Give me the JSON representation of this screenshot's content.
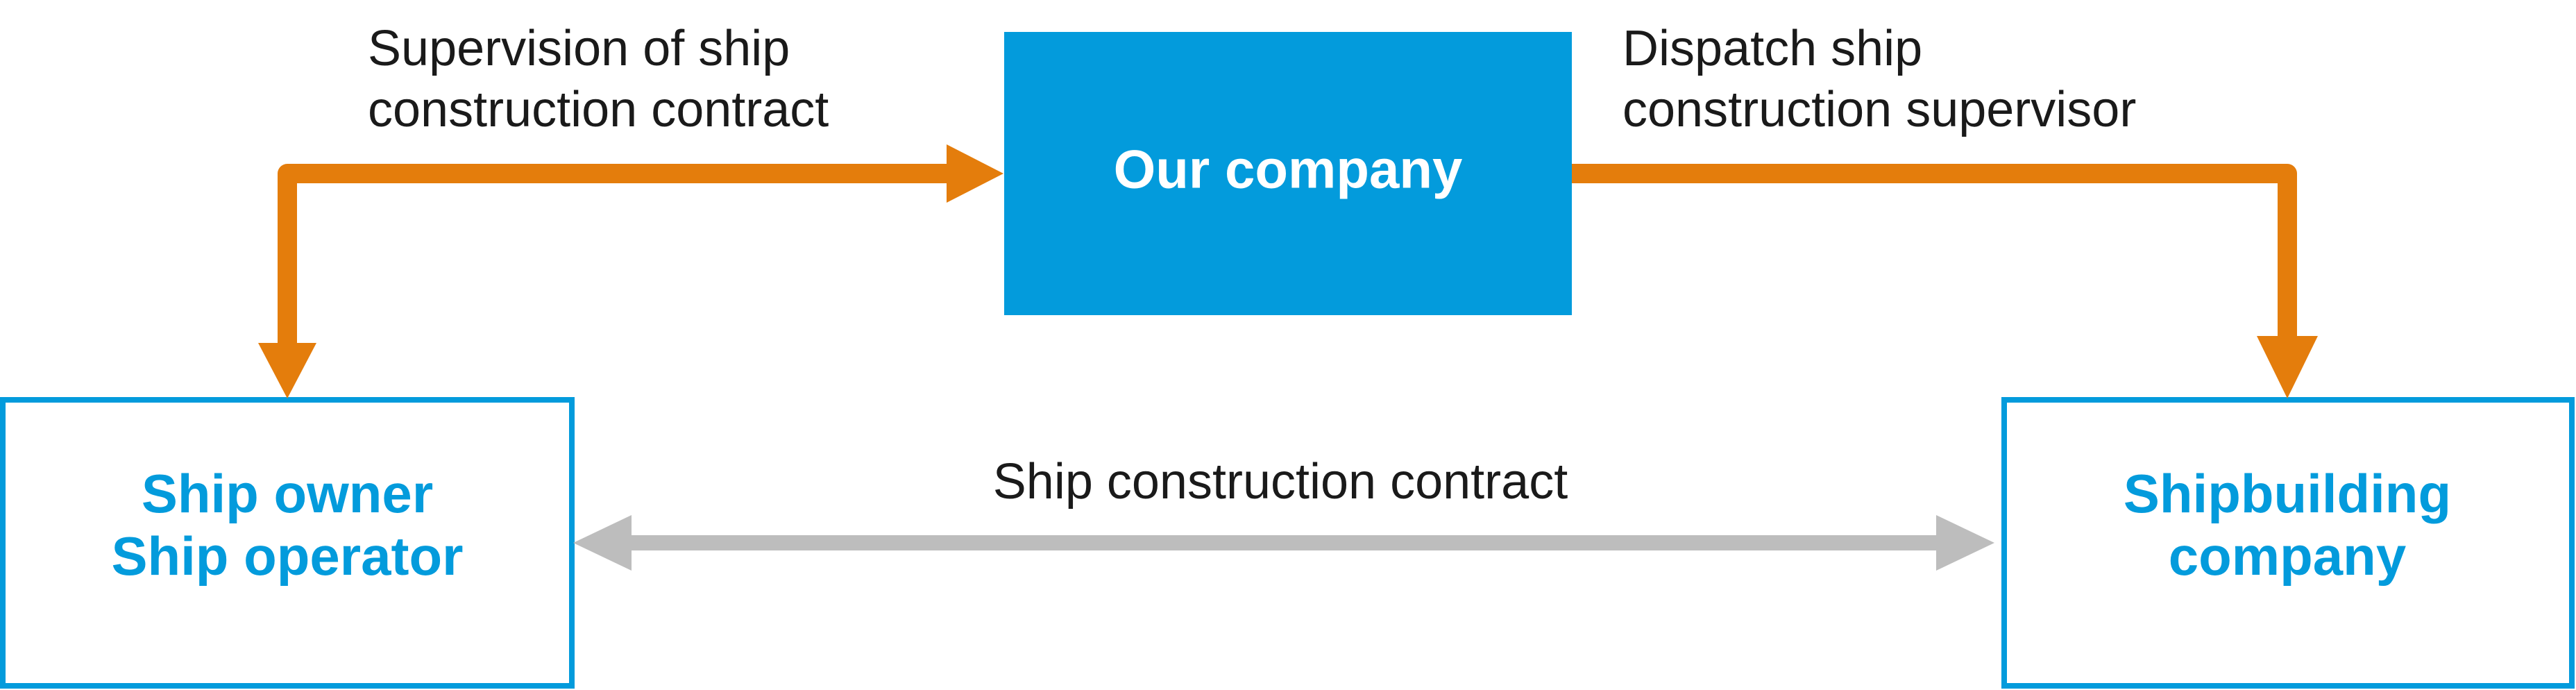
{
  "colors": {
    "accent_blue": "#039bdc",
    "arrow_orange": "#e47d0c",
    "arrow_gray": "#bdbdbd",
    "text_dark": "#1a1a1a",
    "white": "#ffffff"
  },
  "nodes": {
    "our_company": {
      "label": "Our company"
    },
    "ship_owner": {
      "line1": "Ship owner",
      "line2": "Ship operator"
    },
    "shipbuilding": {
      "line1": "Shipbuilding",
      "line2": "company"
    }
  },
  "edges": {
    "supervision": {
      "line1": "Supervision of ship",
      "line2": "construction contract"
    },
    "dispatch": {
      "line1": "Dispatch ship",
      "line2": "construction supervisor"
    },
    "contract": {
      "label": "Ship construction contract"
    }
  }
}
